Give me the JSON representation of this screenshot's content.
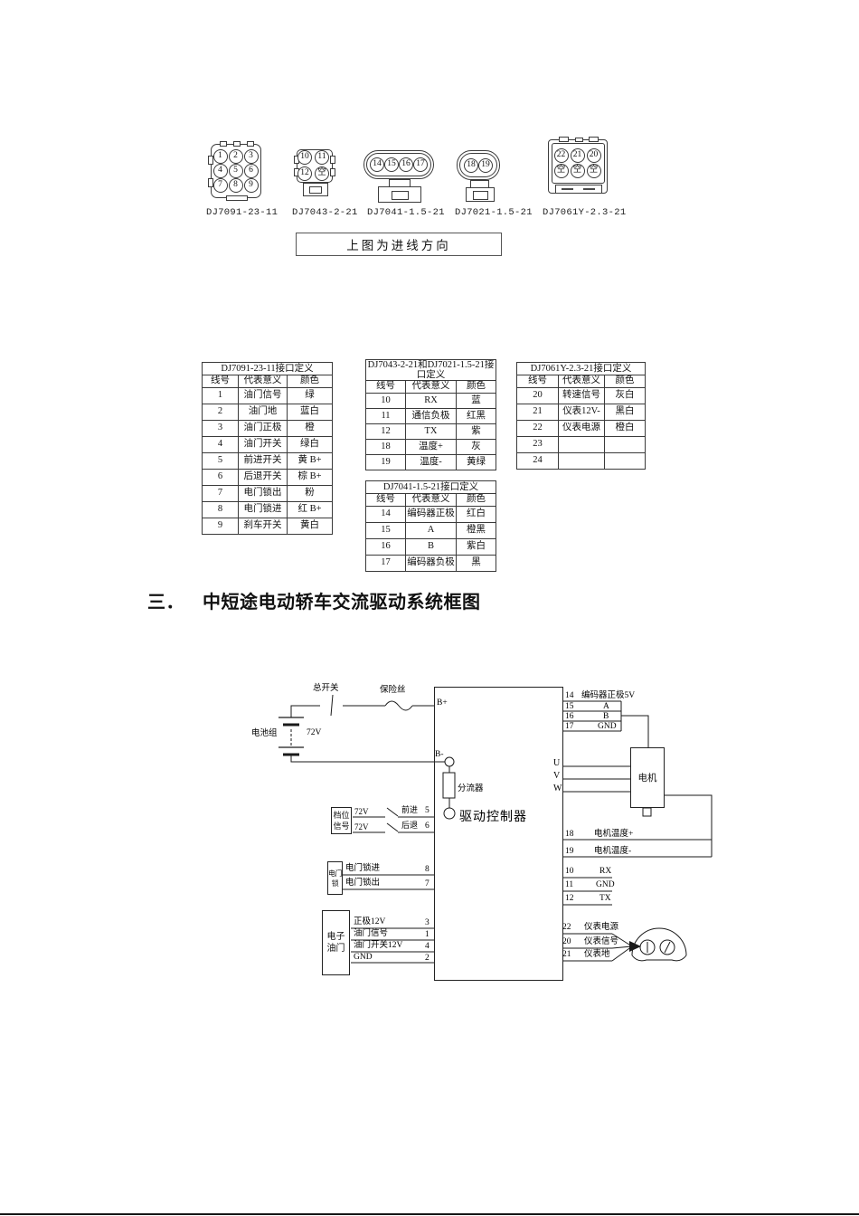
{
  "note": {
    "entry_direction": "上图为进线方向"
  },
  "heading": {
    "prefix": "三．",
    "title": "中短途电动轿车交流驱动系统框图"
  },
  "connectors": [
    {
      "label": "DJ7091-23-11",
      "pins": [
        "1",
        "2",
        "3",
        "4",
        "5",
        "6",
        "7",
        "8",
        "9"
      ]
    },
    {
      "label": "DJ7043-2-21",
      "pins": [
        "10",
        "11",
        "12",
        "空"
      ]
    },
    {
      "label": "DJ7041-1.5-21",
      "pins": [
        "14",
        "15",
        "16",
        "17"
      ]
    },
    {
      "label": "DJ7021-1.5-21",
      "pins": [
        "18",
        "19"
      ]
    },
    {
      "label": "DJ7061Y-2.3-21",
      "pins": [
        "22",
        "21",
        "20",
        "空",
        "空",
        "空"
      ]
    }
  ],
  "tables": {
    "t1": {
      "title": "DJ7091-23-11接口定义",
      "headers": [
        "线号",
        "代表意义",
        "颜色"
      ],
      "rows": [
        [
          "1",
          "油门信号",
          "绿"
        ],
        [
          "2",
          "油门地",
          "蓝白"
        ],
        [
          "3",
          "油门正极",
          "橙"
        ],
        [
          "4",
          "油门开关",
          "绿白"
        ],
        [
          "5",
          "前进开关",
          "黄 B+"
        ],
        [
          "6",
          "后退开关",
          "棕 B+"
        ],
        [
          "7",
          "电门锁出",
          "粉"
        ],
        [
          "8",
          "电门锁进",
          "红 B+"
        ],
        [
          "9",
          "刹车开关",
          "黄白"
        ]
      ]
    },
    "t2": {
      "title": "DJ7043-2-21和DJ7021-1.5-21接口定义",
      "headers": [
        "线号",
        "代表意义",
        "颜色"
      ],
      "rows": [
        [
          "10",
          "RX",
          "蓝"
        ],
        [
          "11",
          "通信负极",
          "红黑"
        ],
        [
          "12",
          "TX",
          "紫"
        ],
        [
          "18",
          "温度+",
          "灰"
        ],
        [
          "19",
          "温度-",
          "黄绿"
        ]
      ]
    },
    "t3": {
      "title": "DJ7041-1.5-21接口定义",
      "headers": [
        "线号",
        "代表意义",
        "颜色"
      ],
      "rows": [
        [
          "14",
          "编码器正极",
          "红白"
        ],
        [
          "15",
          "A",
          "橙黑"
        ],
        [
          "16",
          "B",
          "紫白"
        ],
        [
          "17",
          "编码器负极",
          "黑"
        ]
      ]
    },
    "t4": {
      "title": "DJ7061Y-2.3-21接口定义",
      "headers": [
        "线号",
        "代表意义",
        "颜色"
      ],
      "rows": [
        [
          "20",
          "转速信号",
          "灰白"
        ],
        [
          "21",
          "仪表12V-",
          "黑白"
        ],
        [
          "22",
          "仪表电源",
          "橙白"
        ],
        [
          "23",
          "",
          ""
        ],
        [
          "24",
          "",
          ""
        ]
      ]
    }
  },
  "diagram": {
    "battery": "电池组",
    "voltage": "72V",
    "main_switch": "总开关",
    "fuse": "保险丝",
    "b_plus": "B+",
    "b_minus": "B-",
    "shunt": "分流器",
    "controller": "驱动控制器",
    "motor": "电机",
    "gear": {
      "l1": "档位",
      "l2": "信号",
      "v1": "72V",
      "v2": "72V",
      "fwd": "前进",
      "fwd_pin": "5",
      "rev": "后退",
      "rev_pin": "6"
    },
    "lock": {
      "l1": "电门",
      "l2": "锁",
      "in": "电门锁进",
      "in_pin": "8",
      "out": "电门锁出",
      "out_pin": "7"
    },
    "throttle": {
      "l1": "电子",
      "l2": "油门",
      "r1": "正极12V",
      "r1_pin": "3",
      "r2": "油门信号",
      "r2_pin": "1",
      "r3": "油门开关12V",
      "r3_pin": "4",
      "r4": "GND",
      "r4_pin": "2"
    },
    "encoder": {
      "p14": "14",
      "l14": "编码器正极5V",
      "p15": "15",
      "l15": "A",
      "p16": "16",
      "l16": "B",
      "p17": "17",
      "l17": "GND"
    },
    "uvw": {
      "u": "U",
      "v": "V",
      "w": "W"
    },
    "temp": {
      "p18": "18",
      "l18": "电机温度+",
      "p19": "19",
      "l19": "电机温度-"
    },
    "comm": {
      "p10": "10",
      "l10": "RX",
      "p11": "11",
      "l11": "GND",
      "p12": "12",
      "l12": "TX"
    },
    "meter": {
      "p22": "22",
      "l22": "仪表电源",
      "p20": "20",
      "l20": "仪表信号",
      "p21": "21",
      "l21": "仪表地"
    }
  }
}
